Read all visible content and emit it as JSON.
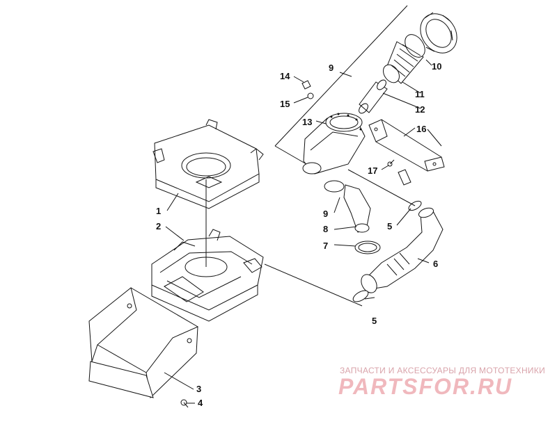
{
  "labels": {
    "l1": "1",
    "l2": "2",
    "l3": "3",
    "l4": "4",
    "l5a": "5",
    "l5b": "5",
    "l6": "6",
    "l7": "7",
    "l8": "8",
    "l9a": "9",
    "l9b": "9",
    "l10": "10",
    "l11": "11",
    "l12": "12",
    "l13": "13",
    "l14": "14",
    "l15": "15",
    "l16": "16",
    "l17": "17"
  },
  "watermark": {
    "tagline": "ЗАПЧАСТИ И АКСЕССУАРЫ ДЛЯ МОТОТЕХНИКИ",
    "logo": "PARTSFOR.RU"
  }
}
